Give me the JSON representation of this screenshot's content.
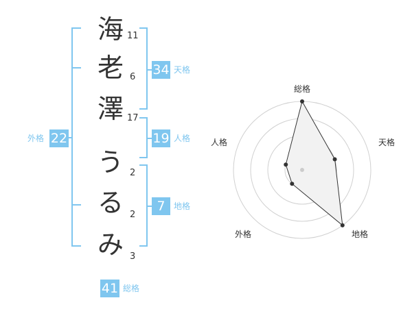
{
  "name_chars": [
    "海",
    "老",
    "澤",
    "う",
    "る",
    "み"
  ],
  "strokes": [
    "11",
    "6",
    "17",
    "2",
    "2",
    "3"
  ],
  "fortunes": {
    "tenkaku": {
      "value": "34",
      "label": "天格"
    },
    "jinkaku": {
      "value": "19",
      "label": "人格"
    },
    "chikaku": {
      "value": "7",
      "label": "地格"
    },
    "gaikaku": {
      "value": "22",
      "label": "外格"
    },
    "soukaku": {
      "value": "41",
      "label": "総格"
    }
  },
  "radar": {
    "labels": [
      "総格",
      "天格",
      "地格",
      "外格",
      "人格"
    ],
    "values": [
      4,
      2,
      4,
      1,
      1
    ],
    "max": 4,
    "colors": {
      "ring": "#d0d0d0",
      "fill": "#f2f2f2",
      "line": "#333333",
      "center": "#cccccc"
    }
  }
}
